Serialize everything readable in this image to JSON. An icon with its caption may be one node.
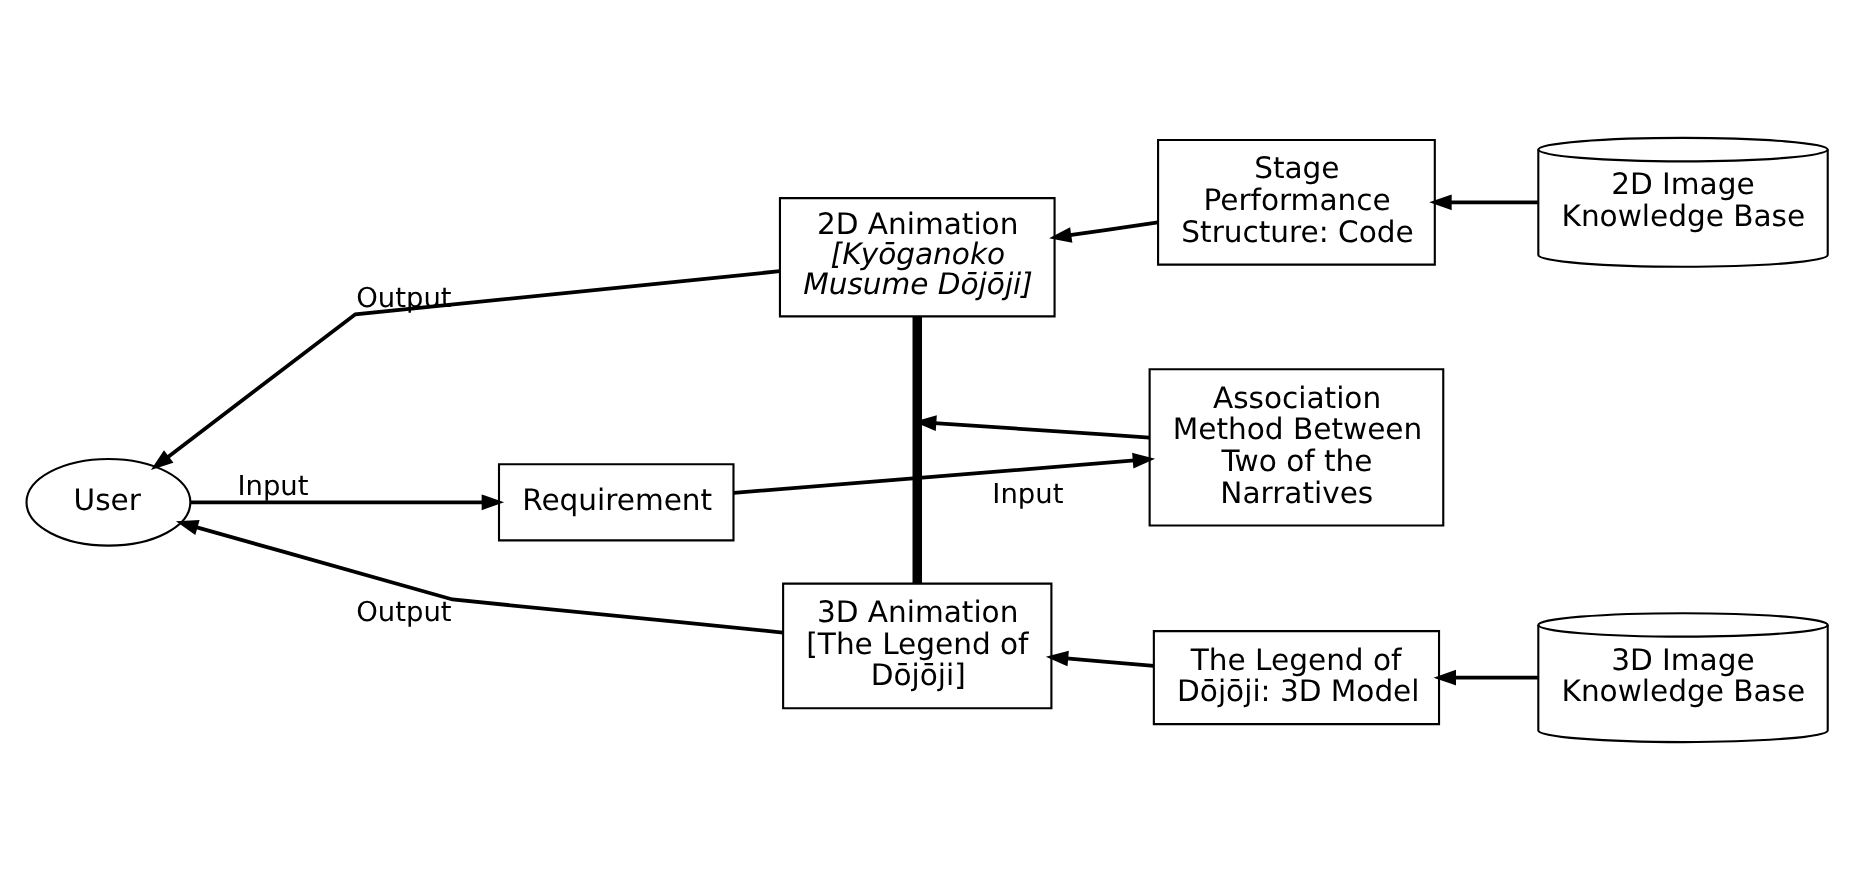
{
  "diagram": {
    "nodes": [
      {
        "text": [
          "User"
        ]
      },
      {
        "text": [
          "2D Animation *[Kyōganoko Musume Dōjōji]*"
        ]
      },
      {
        "text": [
          "Stage Performance Structure: Code"
        ]
      },
      {
        "text": [
          "2D Image Knowledge Base"
        ]
      },
      {
        "text": [
          "Requirement"
        ]
      },
      {
        "text": [
          "Association Method Between Two of the Narratives"
        ]
      },
      {
        "text": [
          "3D Animation [The Legend of Dōjōji]"
        ]
      },
      {
        "text": [
          "The Legend of Dōjōji: 3D Model"
        ]
      },
      {
        "text": [
          "3D Image Knowledge Base"
        ]
      }
    ],
    "edges": [
      {
        "from": 3,
        "to": 2,
        "arrow": "to"
      },
      {
        "from": 2,
        "to": 1,
        "arrow": "to"
      },
      {
        "from": 1,
        "to": 0,
        "arrow": "to",
        "label": "Output"
      },
      {
        "from": 0,
        "to": 4,
        "arrow": "to",
        "label": "Input"
      },
      {
        "from": 4,
        "to": 5,
        "arrow": "to",
        "label": "Input"
      },
      {
        "from": 5,
        "to": null,
        "arrow": "to"
      },
      {
        "from": 1,
        "to": 6,
        "arrow": "none",
        "style": "thick"
      },
      {
        "from": 6,
        "to": 0,
        "arrow": "to",
        "label": "Output"
      },
      {
        "from": 8,
        "to": 7,
        "arrow": "to"
      },
      {
        "from": 7,
        "to": 6,
        "arrow": "to"
      }
    ]
  }
}
